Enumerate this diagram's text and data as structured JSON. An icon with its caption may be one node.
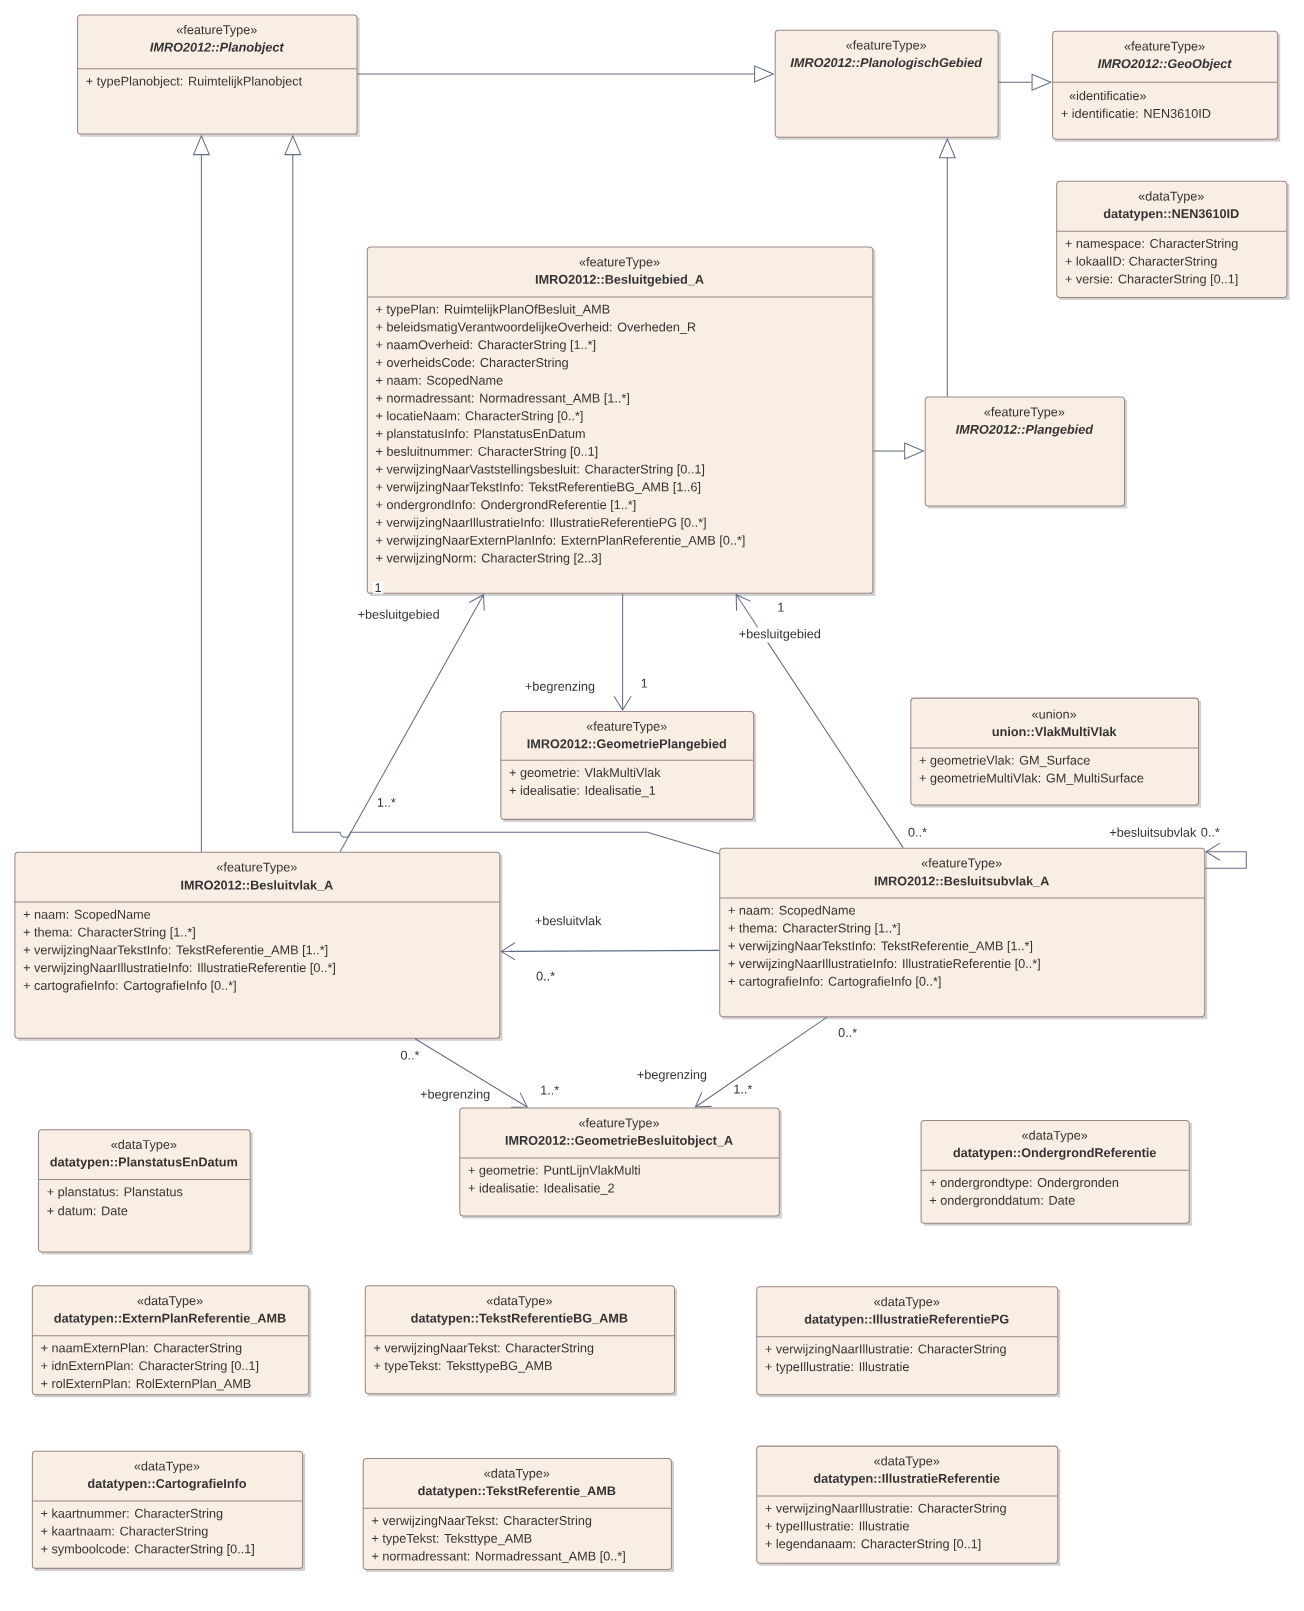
{
  "diagram": {
    "nodes": [
      {
        "text": [
          "«featureType»",
          "IMRO2012::Planobject",
          "+ typePlanobject: RuimtelijkPlanobject"
        ]
      },
      {
        "text": [
          "«featureType»",
          "IMRO2012::PlanologischGebied"
        ]
      },
      {
        "text": [
          "«featureType»",
          "IMRO2012::GeoObject",
          "«identificatie»",
          "+ identificatie: NEN3610ID"
        ]
      },
      {
        "text": [
          "«dataType»",
          "datatypen::NEN3610ID",
          "+ namespace: CharacterString",
          "+ lokaalID: CharacterString",
          "+ versie: CharacterString [0..1]"
        ]
      },
      {
        "text": [
          "«featureType»",
          "IMRO2012::Besluitgebied_A",
          "+ typePlan: RuimtelijkPlanOfBesluit_AMB",
          "+ beleidsmatigVerantwoordelijkeOverheid: Overheden_R",
          "+ naamOverheid: CharacterString [1..*]",
          "+ overheidsCode: CharacterString",
          "+ naam: ScopedName",
          "+ normadressant: Normadressant_AMB [1..*]",
          "+ locatieNaam: CharacterString [0..*]",
          "+ planstatusInfo: PlanstatusEnDatum",
          "+ besluitnummer: CharacterString [0..1]",
          "+ verwijzingNaarVaststellingsbesluit: CharacterString [0..1]",
          "+ verwijzingNaarTekstInfo: TekstReferentieBG_AMB [1..6]",
          "+ ondergrondInfo: OndergrondReferentie [1..*]",
          "+ verwijzingNaarIllustratieInfo: IllustratieReferentiePG [0..*]",
          "+ verwijzingNaarExternPlanInfo: ExternPlanReferentie_AMB [0..*]",
          "+ verwijzingNorm: CharacterString [2..3]"
        ]
      },
      {
        "text": [
          "«featureType»",
          "IMRO2012::Plangebied"
        ]
      },
      {
        "text": [
          "«featureType»",
          "IMRO2012::GeometriePlangebied",
          "+ geometrie: VlakMultiVlak",
          "+ idealisatie: Idealisatie_1"
        ]
      },
      {
        "text": [
          "«union»",
          "union::VlakMultiVlak",
          "+ geometrieVlak: GM_Surface",
          "+ geometrieMultiVlak: GM_MultiSurface"
        ]
      },
      {
        "text": [
          "«featureType»",
          "IMRO2012::Besluitvlak_A",
          "+ naam: ScopedName",
          "+ thema: CharacterString [1..*]",
          "+ verwijzingNaarTekstInfo: TekstReferentie_AMB [1..*]",
          "+ verwijzingNaarIllustratieInfo: IllustratieReferentie [0..*]",
          "+ cartografieInfo: CartografieInfo [0..*]"
        ]
      },
      {
        "text": [
          "«featureType»",
          "IMRO2012::Besluitsubvlak_A",
          "+ naam: ScopedName",
          "+ thema: CharacterString [1..*]",
          "+ verwijzingNaarTekstInfo: TekstReferentie_AMB [1..*]",
          "+ verwijzingNaarIllustratieInfo: IllustratieReferentie [0..*]",
          "+ cartografieInfo: CartografieInfo [0..*]"
        ]
      },
      {
        "text": [
          "«featureType»",
          "IMRO2012::GeometrieBesluitobject_A",
          "+ geometrie: PuntLijnVlakMulti",
          "+ idealisatie: Idealisatie_2"
        ]
      },
      {
        "text": [
          "«dataType»",
          "datatypen::PlanstatusEnDatum",
          "+ planstatus: Planstatus",
          "+ datum: Date"
        ]
      },
      {
        "text": [
          "«dataType»",
          "datatypen::OndergrondReferentie",
          "+ ondergrondtype: Ondergronden",
          "+ ondergronddatum: Date"
        ]
      },
      {
        "text": [
          "«dataType»",
          "datatypen::ExternPlanReferentie_AMB",
          "+ naamExternPlan: CharacterString",
          "+ idnExternPlan: CharacterString [0..1]",
          "+ rolExternPlan: RolExternPlan_AMB"
        ]
      },
      {
        "text": [
          "«dataType»",
          "datatypen::TekstReferentieBG_AMB",
          "+ verwijzingNaarTekst: CharacterString",
          "+ typeTekst: TeksttypeBG_AMB"
        ]
      },
      {
        "text": [
          "«dataType»",
          "datatypen::IllustratieReferentiePG",
          "+ verwijzingNaarIllustratie: CharacterString",
          "+ typeIllustratie: Illustratie"
        ]
      },
      {
        "text": [
          "«dataType»",
          "datatypen::CartografieInfo",
          "+ kaartnummer: CharacterString",
          "+ kaartnaam: CharacterString",
          "+ symboolcode: CharacterString [0..1]"
        ]
      },
      {
        "text": [
          "«dataType»",
          "datatypen::TekstReferentie_AMB",
          "+ verwijzingNaarTekst: CharacterString",
          "+ typeTekst: Teksttype_AMB",
          "+ normadressant: Normadressant_AMB [0..*]"
        ]
      },
      {
        "text": [
          "«dataType»",
          "datatypen::IllustratieReferentie",
          "+ verwijzingNaarIllustratie: CharacterString",
          "+ typeIllustratie: Illustratie",
          "+ legendanaam: CharacterString [0..1]"
        ]
      }
    ],
    "edges": [
      {
        "from": 0,
        "to": 1,
        "arrow": "to"
      },
      {
        "from": 1,
        "to": 2,
        "arrow": "to"
      },
      {
        "from": 5,
        "to": 1,
        "arrow": "to"
      },
      {
        "from": 4,
        "to": 5,
        "arrow": "to"
      },
      {
        "from": 8,
        "to": 0,
        "arrow": "to"
      },
      {
        "from": 9,
        "to": 0,
        "arrow": "to"
      },
      {
        "from": 8,
        "to": 4,
        "arrow": "to",
        "label": "+besluitgebied"
      },
      {
        "from": 4,
        "to": 6,
        "arrow": "to",
        "label": "+begrenzing"
      },
      {
        "from": 9,
        "to": 4,
        "arrow": "to",
        "label": "+besluitgebied"
      },
      {
        "from": 9,
        "to": 8,
        "arrow": "to",
        "label": "+besluitvlak"
      },
      {
        "from": 9,
        "to": 9,
        "arrow": "to",
        "label": "+besluitsubvlak"
      },
      {
        "from": 8,
        "to": 10,
        "arrow": "to",
        "label": "+begrenzing"
      },
      {
        "from": 9,
        "to": 10,
        "arrow": "to",
        "label": "+begrenzing"
      }
    ],
    "labels": [
      "1",
      "1",
      "1",
      "1..*",
      "0..*",
      "0..*",
      "0..*",
      "0..*",
      "0..*",
      "1..*",
      "1..*"
    ]
  }
}
